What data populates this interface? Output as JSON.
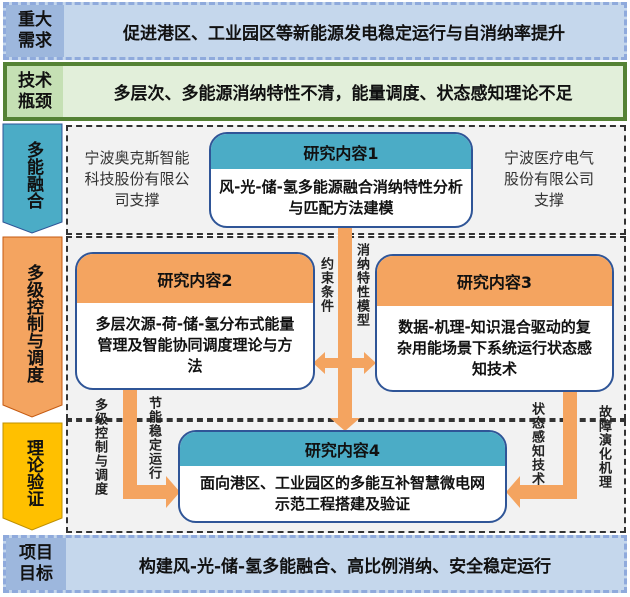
{
  "rows": {
    "demand": {
      "label": "重大需求",
      "text": "促进港区、工业园区等新能源发电稳定运行与自消纳率提升"
    },
    "bottleneck": {
      "label": "技术瓶颈",
      "text": "多层次、多能源消纳特性不清，能量调度、状态感知理论不足"
    },
    "goal": {
      "label": "项目目标",
      "text": "构建风-光-储-氢多能融合、高比例消纳、安全稳定运行"
    }
  },
  "stages": [
    "多能融合",
    "多级控制与调度",
    "理论验证"
  ],
  "support": {
    "left": "宁波奥克斯智能科技股份有限公司支撑",
    "right": "宁波医疗电气股份有限公司支撑"
  },
  "research": [
    {
      "title": "研究内容1",
      "body": "风-光-储-氢多能源融合消纳特性分析与匹配方法建模"
    },
    {
      "title": "研究内容2",
      "body": "多层次源-荷-储-氢分布式能量管理及智能协同调度理论与方法"
    },
    {
      "title": "研究内容3",
      "body": "数据-机理-知识混合驱动的复杂用能场景下系统运行状态感知技术"
    },
    {
      "title": "研究内容4",
      "body": "面向港区、工业园区的多能互补智慧微电网示范工程搭建及验证"
    }
  ],
  "links": {
    "constraint": "约束条件",
    "model": "消纳特性模型",
    "multilevel": "多级控制与调度",
    "energy_saving": "节能稳定运行",
    "state": "状态感知技术",
    "fault": "故障演化机理"
  },
  "colors": {
    "teal": "#4bacc6",
    "orange": "#f4a460",
    "yellow": "#ffc000",
    "green": "#548235",
    "blue": "#c5d7ec"
  }
}
